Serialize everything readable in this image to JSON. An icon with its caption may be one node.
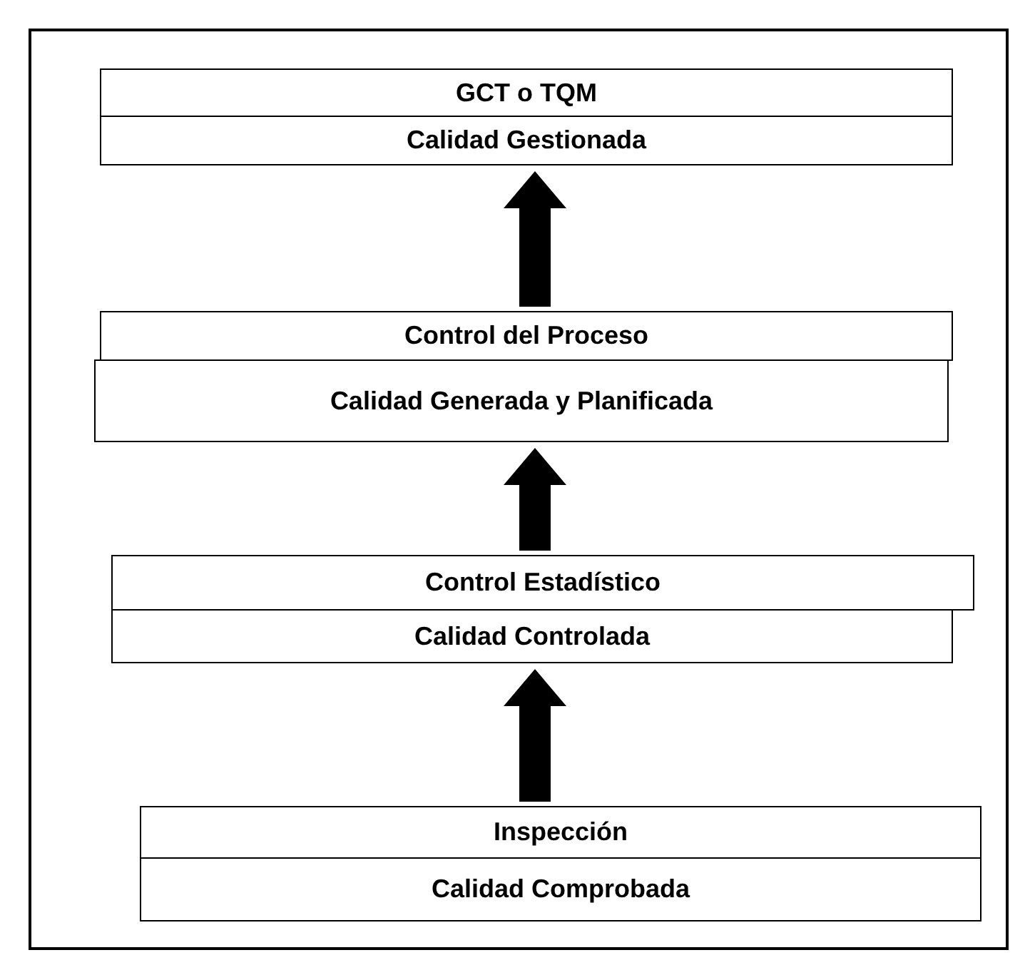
{
  "diagram": {
    "nodes": [
      {
        "text": [
          "GCT o TQM"
        ]
      },
      {
        "text": [
          "Calidad Gestionada"
        ]
      },
      {
        "text": [
          "Control del Proceso"
        ]
      },
      {
        "text": [
          "Calidad Generada y Planificada"
        ]
      },
      {
        "text": [
          "Control Estadístico"
        ]
      },
      {
        "text": [
          "Calidad Controlada"
        ]
      },
      {
        "text": [
          "Inspección"
        ]
      },
      {
        "text": [
          "Calidad Comprobada"
        ]
      }
    ],
    "edges": [
      {
        "from": 2,
        "to": 1,
        "arrow": "to",
        "style": "thick"
      },
      {
        "from": 4,
        "to": 3,
        "arrow": "to",
        "style": "thick"
      },
      {
        "from": 6,
        "to": 5,
        "arrow": "to",
        "style": "thick"
      }
    ]
  }
}
